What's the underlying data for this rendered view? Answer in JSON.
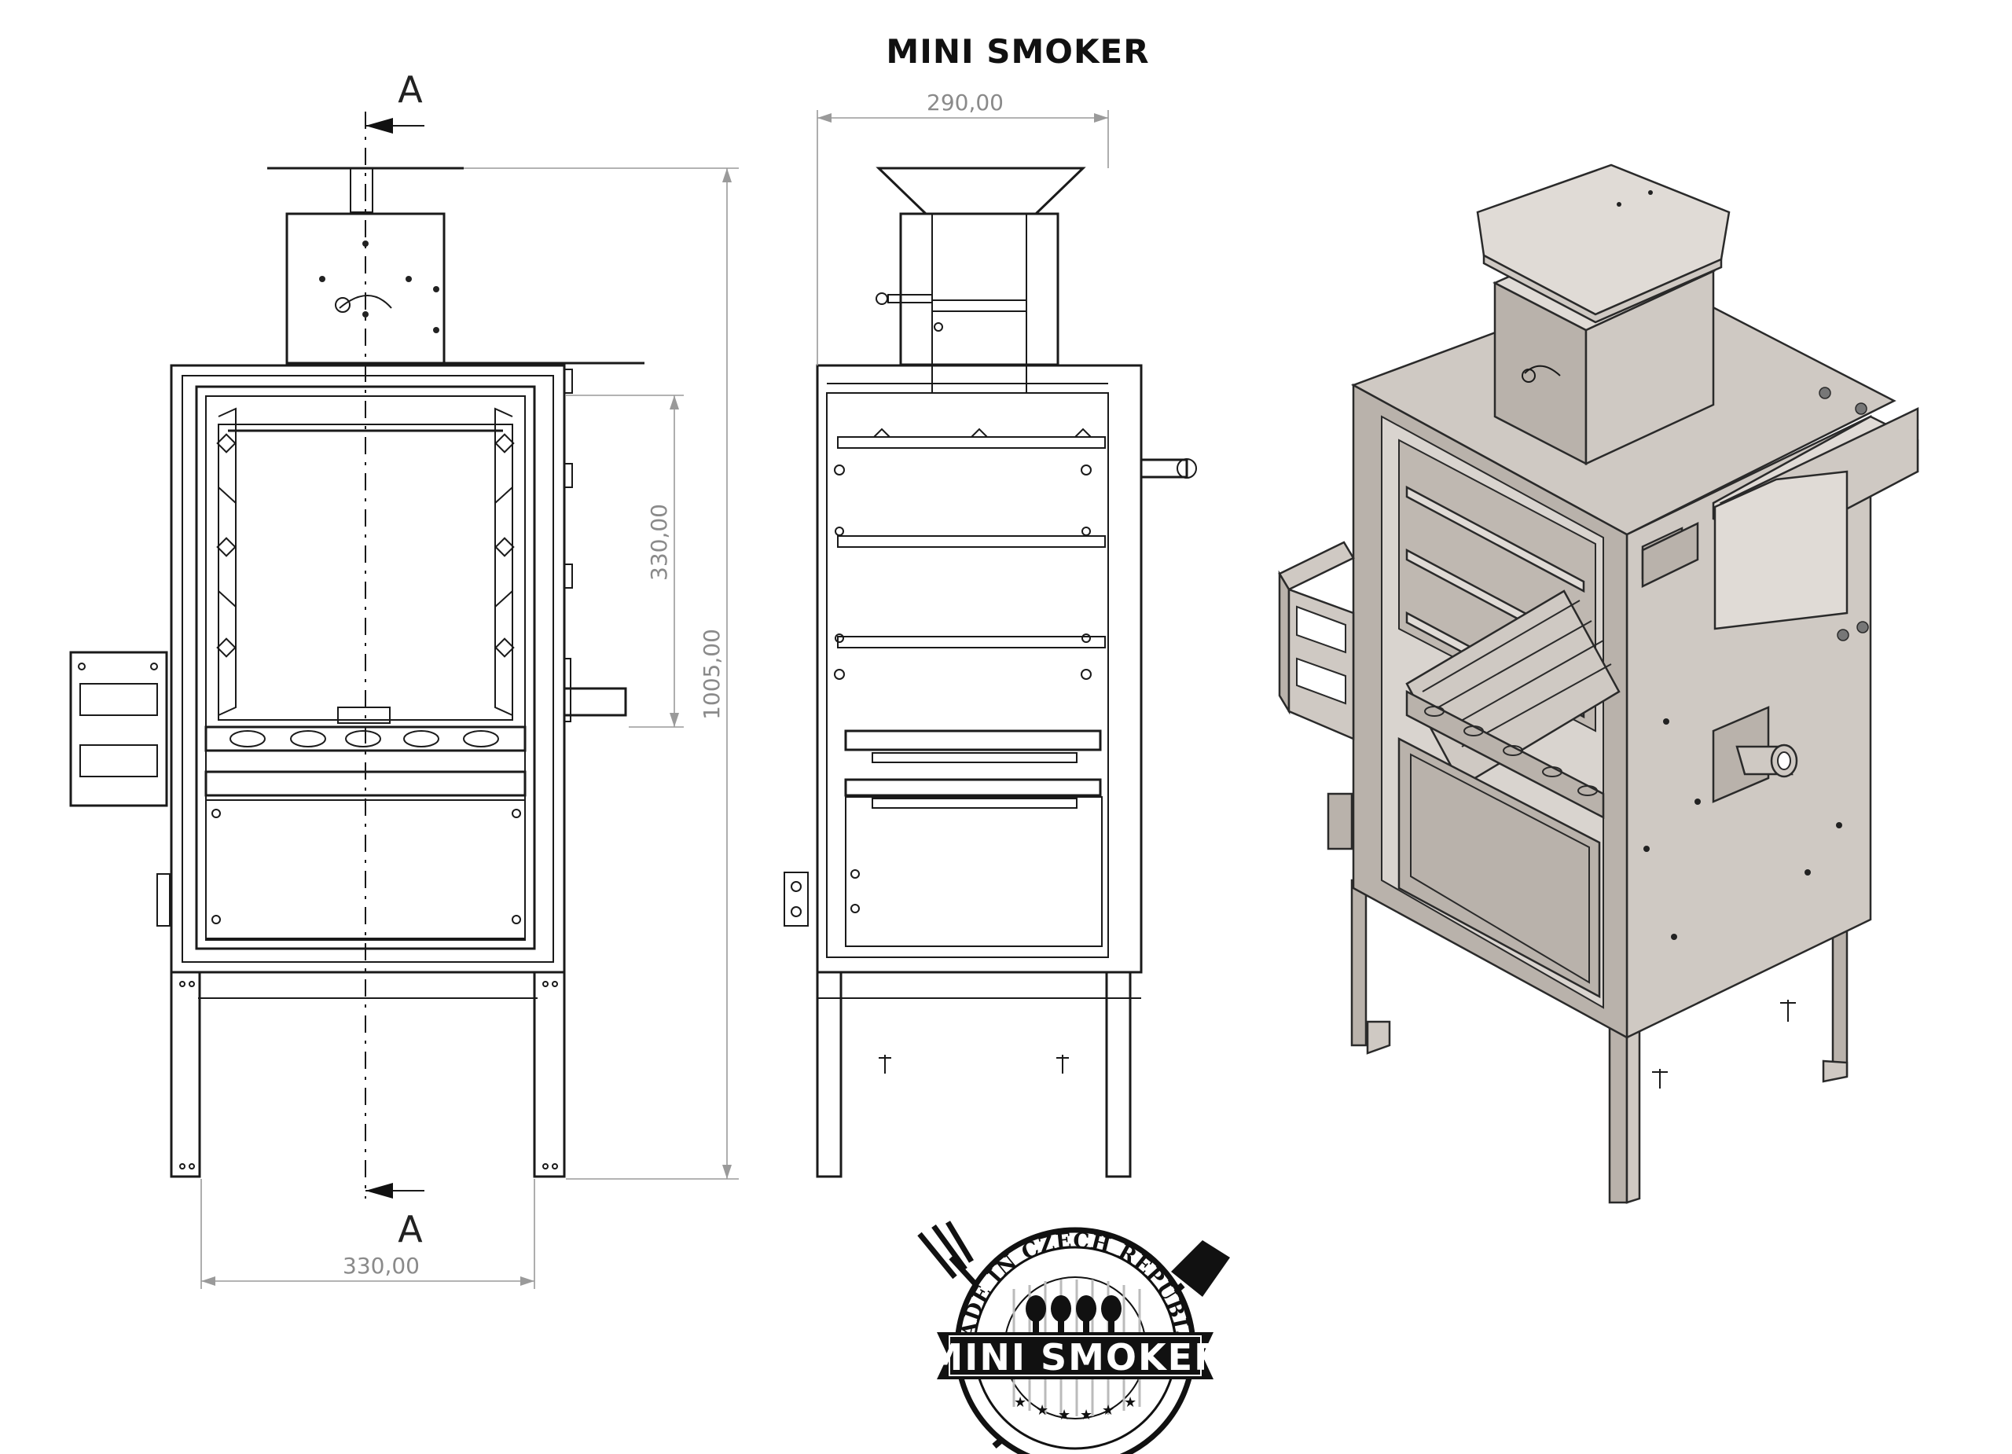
{
  "title": "MINI SMOKER",
  "section_marker": "A",
  "dimensions": {
    "width_side": "290,00",
    "height_total": "1005,00",
    "height_chamber": "330,00",
    "width_front": "330,00"
  },
  "logo": {
    "arc_text": "MADE IN CZECH REPUBLIC",
    "banner_text": "MINI SMOKER"
  },
  "colors": {
    "line": "#1a1a1a",
    "dimension": "#8a8a8a",
    "steel": "#cfc9c3"
  }
}
